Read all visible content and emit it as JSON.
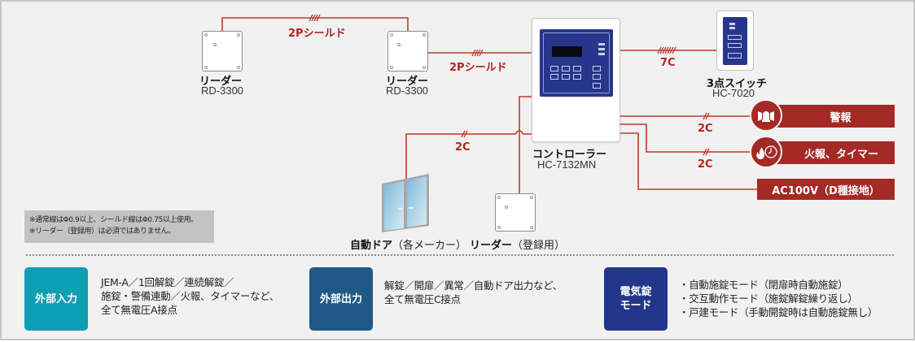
{
  "colors": {
    "wire": "#c0392b",
    "label_red": "#b1261f",
    "output_red": "#a42a25",
    "panel_blue": "#27368a",
    "input_teal": "#0f9fb5",
    "output_blue": "#1f5a86",
    "mode_navy": "#24368a",
    "background": "#f1f1f1"
  },
  "devices": {
    "reader1": {
      "title": "リーダー",
      "model": "RD-3300"
    },
    "reader2": {
      "title": "リーダー",
      "model": "RD-3300"
    },
    "controller": {
      "title": "コントローラー",
      "model": "HC-7132MN"
    },
    "switch": {
      "title": "3点スイッチ",
      "model": "HC-7020"
    },
    "auto_door": {
      "title": "自動ドア",
      "sub": "（各メーカー）"
    },
    "reader_reg": {
      "title": "リーダー",
      "sub": "（登録用）"
    }
  },
  "wires": {
    "reader_to_reader": "2Pシールド",
    "reader_to_controller": "2Pシールド",
    "controller_to_switch": "7C",
    "controller_to_door": "2C",
    "alarm": "2C",
    "fire_timer": "2C"
  },
  "outputs": [
    {
      "label": "警報",
      "icon": "siren-icon"
    },
    {
      "label": "火報、タイマー",
      "icon": "fire-clock-icon"
    },
    {
      "label": "AC100V（D種接地）",
      "icon": ""
    }
  ],
  "notes": [
    "※通常線はΦ0.9以上、シールド線はΦ0.75以上使用。",
    "※リーダー（登録用）は必須ではありません。"
  ],
  "features": [
    {
      "badge": "外部入力",
      "lines": [
        "JEM-A／1回解錠／連続解錠／",
        "施錠・警備連動／火報、タイマーなど、",
        "全て無電圧A接点"
      ]
    },
    {
      "badge": "外部出力",
      "lines": [
        "解錠／開扉／異常／自動ドア出力など、",
        "全て無電圧C接点"
      ]
    },
    {
      "badge_lines": [
        "電気錠",
        "モード"
      ],
      "lines": [
        "・自動施錠モード（閉扉時自動施錠）",
        "・交互動作モード（施錠解錠繰り返し）",
        "・戸建モード（手動開錠時は自動施錠無し）"
      ]
    }
  ]
}
